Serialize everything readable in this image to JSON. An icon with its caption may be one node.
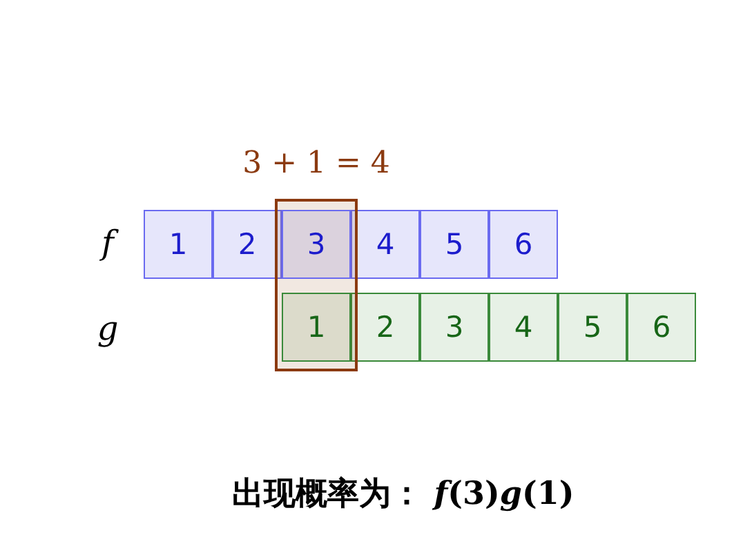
{
  "diagram": {
    "nodes": [
      {
        "text": [
          "1"
        ]
      },
      {
        "text": [
          "2"
        ]
      },
      {
        "text": [
          "3"
        ],
        "in": 12
      },
      {
        "text": [
          "4"
        ]
      },
      {
        "text": [
          "5"
        ]
      },
      {
        "text": [
          "6"
        ]
      },
      {
        "text": [
          "1"
        ],
        "in": 12
      },
      {
        "text": [
          "2"
        ]
      },
      {
        "text": [
          "3"
        ]
      },
      {
        "text": [
          "4"
        ]
      },
      {
        "text": [
          "5"
        ]
      },
      {
        "text": [
          "6"
        ]
      },
      {
        "text": [
          "3 + 1 = 4"
        ]
      }
    ],
    "labels": [
      "f",
      "g",
      "出现概率为： *f*(3)*g*(1)"
    ]
  }
}
